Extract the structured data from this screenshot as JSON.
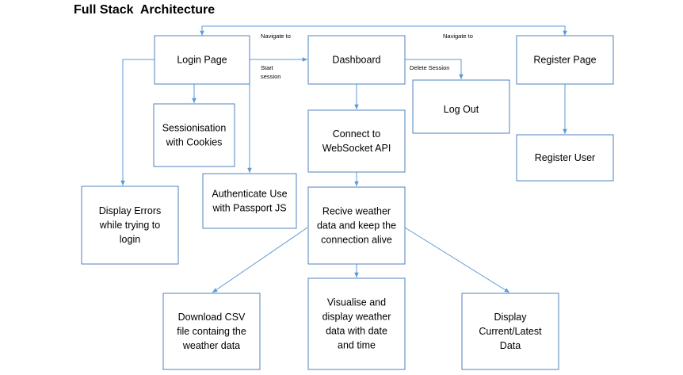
{
  "title": "Full Stack  Architecture",
  "nodes": {
    "login": [
      "Login Page"
    ],
    "dashboard": [
      "Dashboard"
    ],
    "register": [
      "Register Page"
    ],
    "sessionisation": [
      "Sessionisation",
      "with Cookies"
    ],
    "logout": [
      "Log Out"
    ],
    "connect_ws": [
      "Connect to",
      "WebSocket API"
    ],
    "register_user": [
      "Register User"
    ],
    "authenticate": [
      "Authenticate Use",
      "with Passport JS"
    ],
    "display_errors": [
      "Display Errors",
      "while trying to",
      "login"
    ],
    "receive_weather": [
      "Recive weather",
      "data and keep the",
      "connection alive"
    ],
    "download_csv": [
      "Download CSV",
      "file containg the",
      "weather data"
    ],
    "visualise": [
      "Visualise and",
      "display weather",
      "data with date",
      "and time"
    ],
    "display_current": [
      "Display",
      "Current/Latest",
      "Data"
    ]
  },
  "edge_labels": {
    "navigate_to_left": "Navigate to",
    "navigate_to_right": "Navigate to",
    "start_session": [
      "Start",
      "session"
    ],
    "delete_session": "Delete Session"
  },
  "colors": {
    "box_border": "#4f81bd",
    "line": "#5b9bd5"
  }
}
